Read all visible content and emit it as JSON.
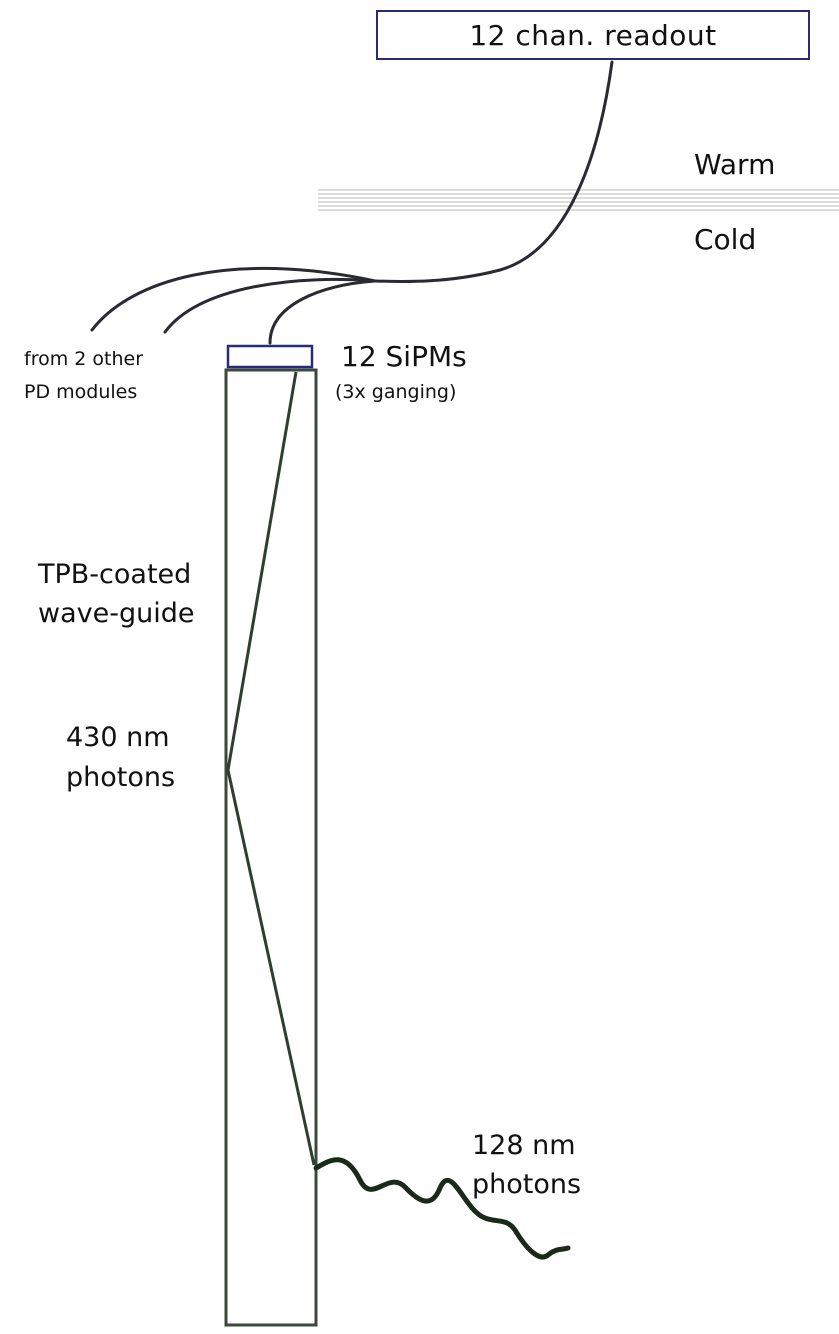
{
  "readout": {
    "label": "12 chan. readout"
  },
  "regions": {
    "warm": "Warm",
    "cold": "Cold"
  },
  "sipm": {
    "label": "12 SiPMs",
    "sublabel": "(3x ganging)"
  },
  "other_modules": {
    "line1": "from 2 other",
    "line2": "PD modules"
  },
  "waveguide": {
    "line1": "TPB-coated",
    "line2": "wave-guide"
  },
  "visible_photons": {
    "line1": "430 nm",
    "line2": "photons"
  },
  "uv_photons": {
    "line1": "128 nm",
    "line2": "photons"
  },
  "colors": {
    "box_border": "#2a2a7a",
    "waveguide": "#3a4a3a",
    "cable": "#2a2a33",
    "uv_wave": "#1a2a1a",
    "boundary": "#b8b8b8"
  }
}
